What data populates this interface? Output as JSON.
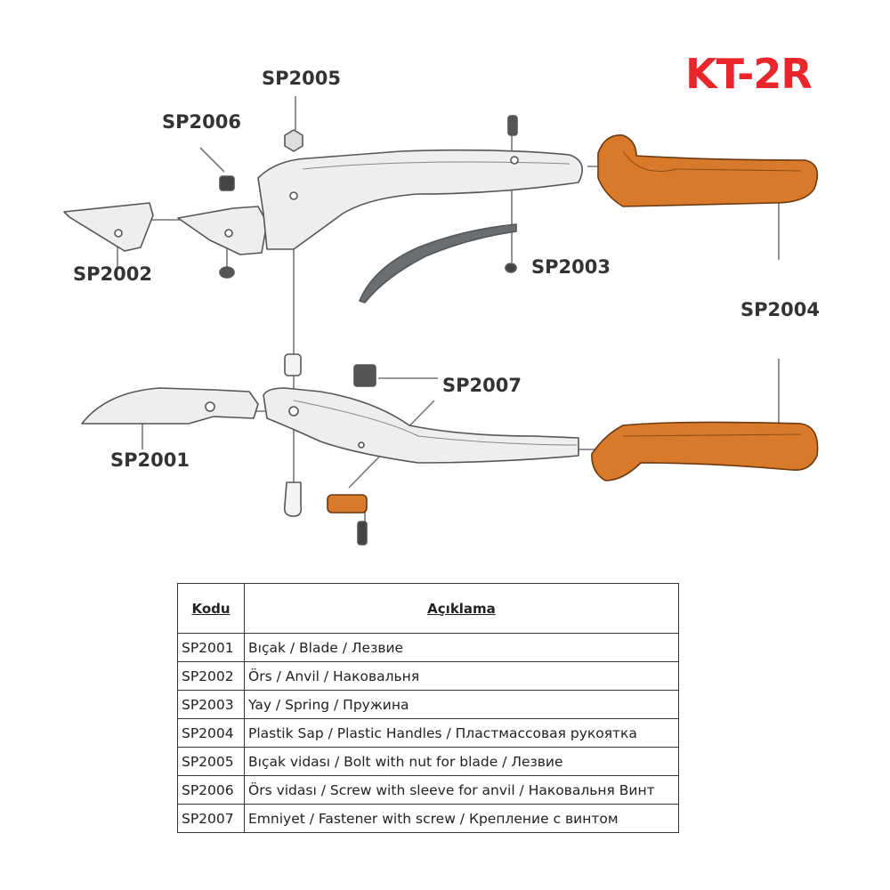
{
  "model": "KT-2R",
  "colors": {
    "brand_red": "#e8262b",
    "handle_orange": "#d97a2b",
    "metal": "#e9ebec",
    "outline": "#555555"
  },
  "callouts": {
    "sp2001": "SP2001",
    "sp2002": "SP2002",
    "sp2003": "SP2003",
    "sp2004": "SP2004",
    "sp2005": "SP2005",
    "sp2006": "SP2006",
    "sp2007": "SP2007"
  },
  "table": {
    "headers": {
      "code": "Kodu",
      "description": "Açıklama"
    },
    "rows": [
      {
        "code": "SP2001",
        "description": "Bıçak / Blade / Лезвие"
      },
      {
        "code": "SP2002",
        "description": "Örs / Anvil / Наковальня"
      },
      {
        "code": "SP2003",
        "description": "Yay / Spring / Пружина"
      },
      {
        "code": "SP2004",
        "description": "Plastik Sap / Plastic Handles / Пластмассовая рукоятка"
      },
      {
        "code": "SP2005",
        "description": "Bıçak vidası / Bolt with nut for blade / Лезвие"
      },
      {
        "code": "SP2006",
        "description": "Örs vidası / Screw with sleeve for anvil / Наковальня Винт"
      },
      {
        "code": "SP2007",
        "description": "Emniyet / Fastener with screw / Крепление с винтом"
      }
    ]
  }
}
